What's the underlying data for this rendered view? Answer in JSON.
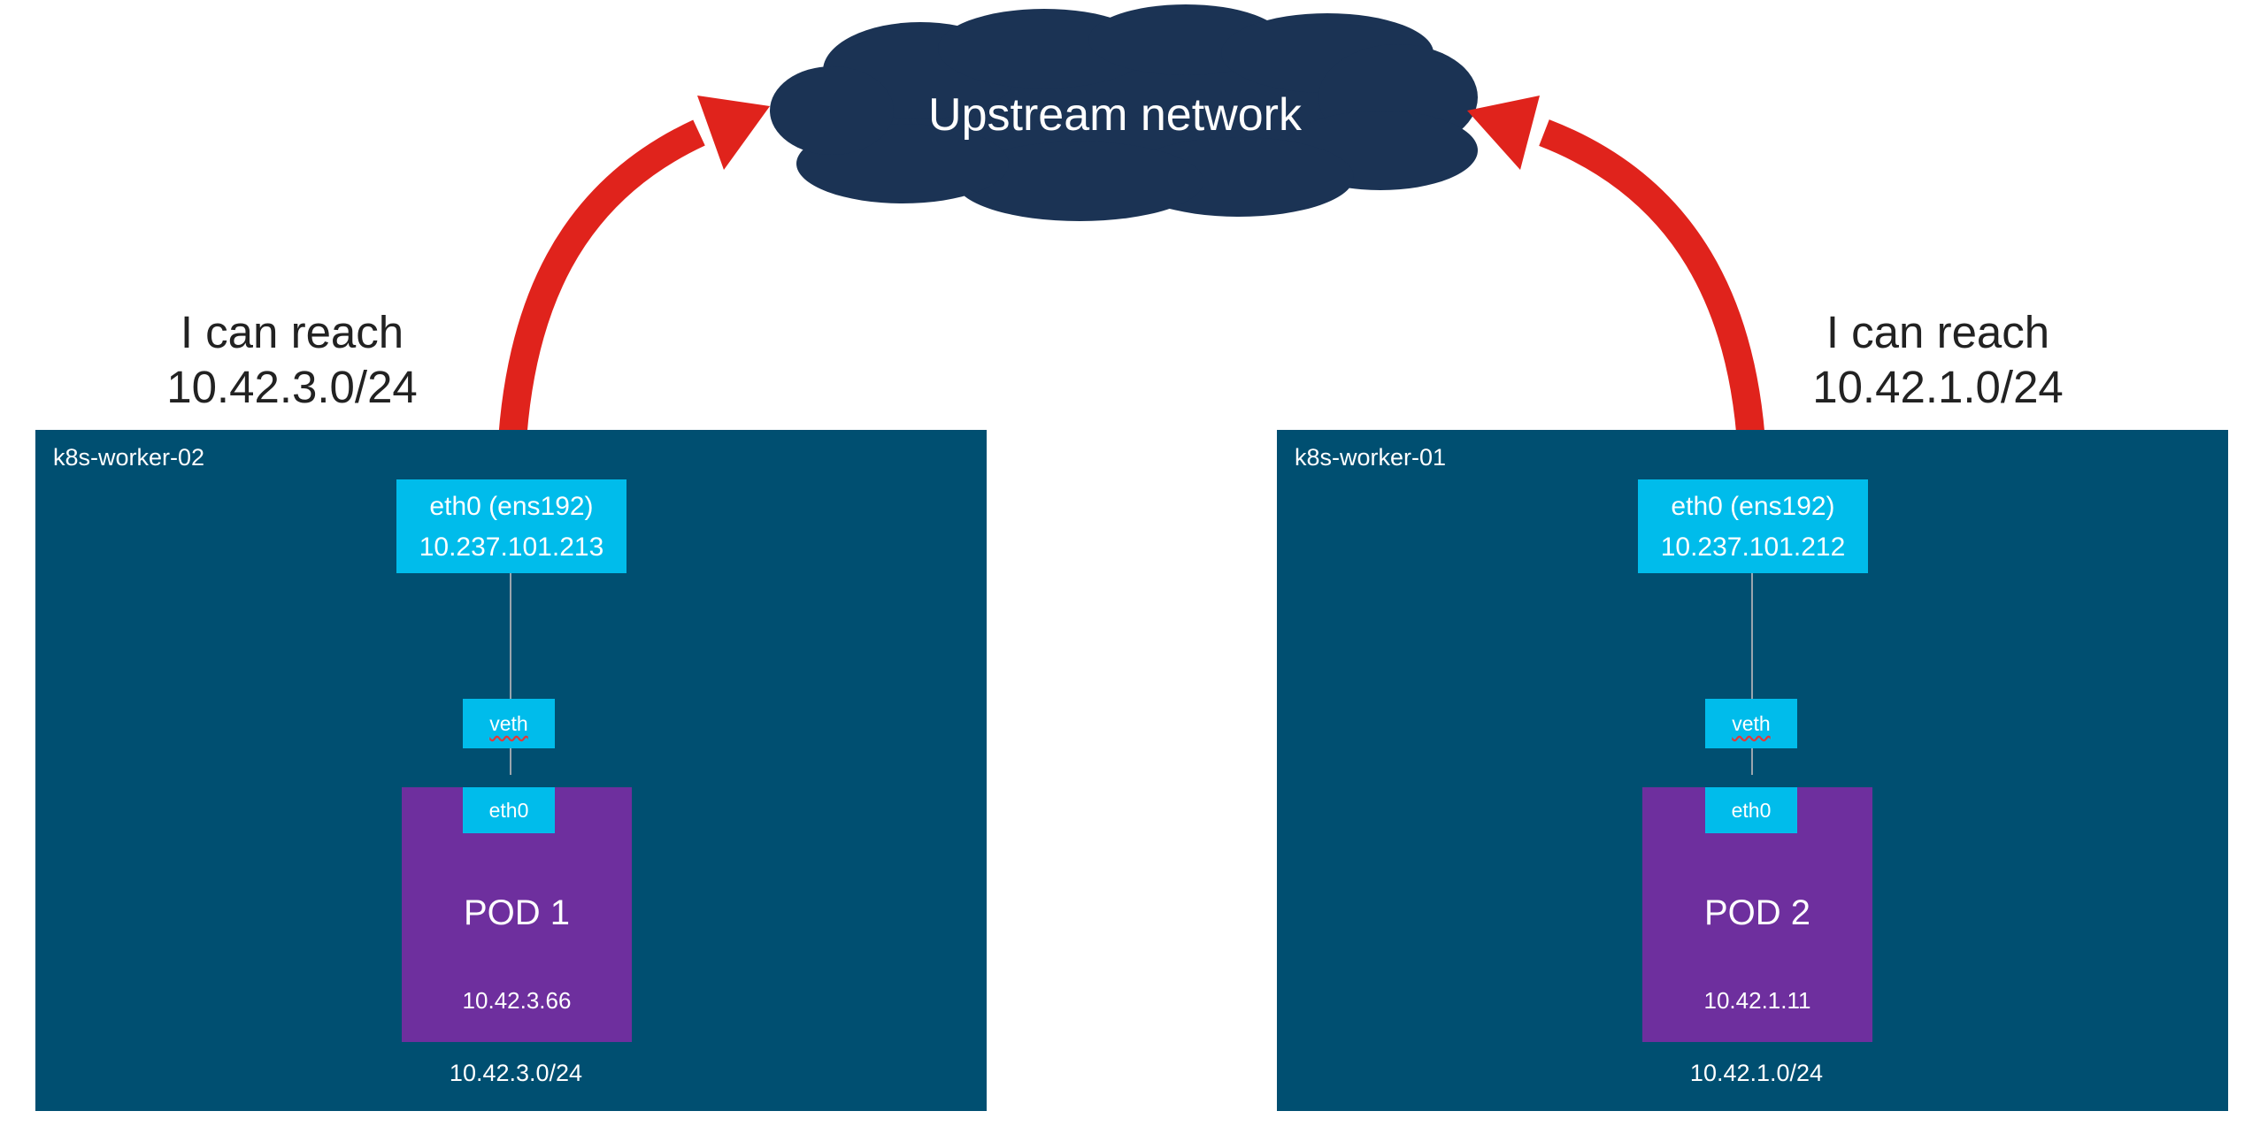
{
  "cloud": {
    "label": "Upstream network"
  },
  "left": {
    "reach_line1": "I can reach",
    "reach_line2": "10.42.3.0/24",
    "node_name": "k8s-worker-02",
    "nic_name": "eth0 (ens192)",
    "nic_ip": "10.237.101.213",
    "veth": "veth",
    "pod_eth": "eth0",
    "pod_name": "POD 1",
    "pod_ip": "10.42.3.66",
    "subnet": "10.42.3.0/24"
  },
  "right": {
    "reach_line1": "I can reach",
    "reach_line2": "10.42.1.0/24",
    "node_name": "k8s-worker-01",
    "nic_name": "eth0 (ens192)",
    "nic_ip": "10.237.101.212",
    "veth": "veth",
    "pod_eth": "eth0",
    "pod_name": "POD 2",
    "pod_ip": "10.42.1.11",
    "subnet": "10.42.1.0/24"
  },
  "colors": {
    "cloud": "#1b3354",
    "node": "#004f71",
    "interface": "#00bceb",
    "pod": "#6e2f9e",
    "arrow": "#e0231c"
  }
}
